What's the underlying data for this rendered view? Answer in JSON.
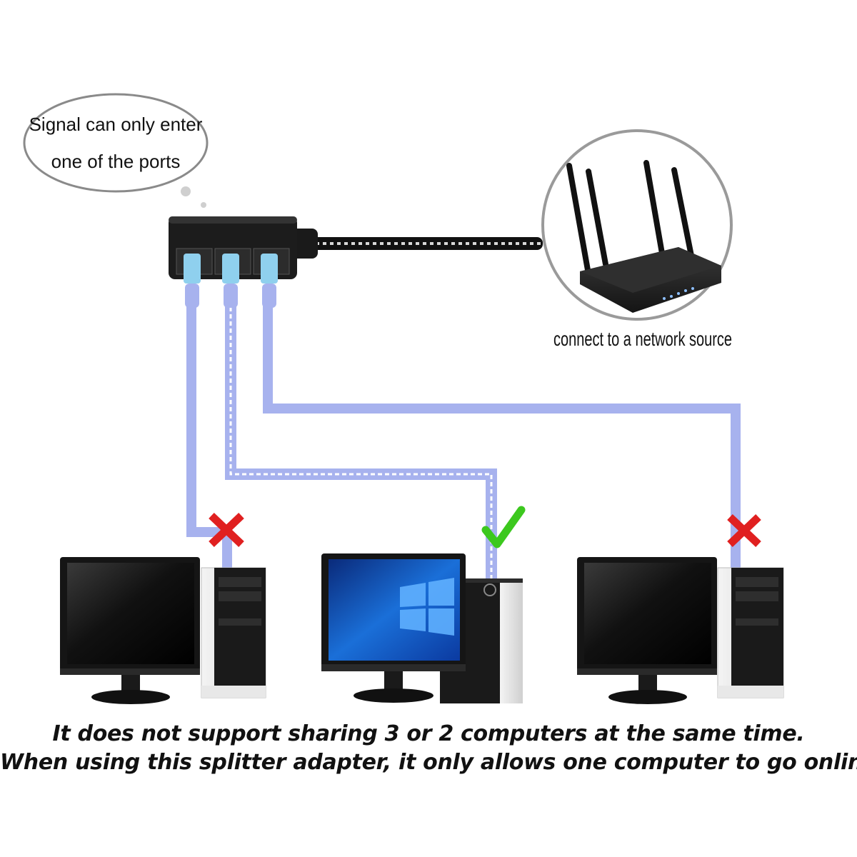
{
  "callout": {
    "line1": "Signal can only enter",
    "line2": "one of the ports"
  },
  "router_label": "connect to a network source",
  "computers": [
    {
      "status": "not-supported",
      "mark": "cross-icon"
    },
    {
      "status": "online",
      "mark": "check-icon"
    },
    {
      "status": "not-supported",
      "mark": "cross-icon"
    }
  ],
  "caption": {
    "line1": "It does not support sharing 3 or 2 computers at the same time.",
    "line2": "When using this splitter adapter, it only allows one computer to go online."
  },
  "colors": {
    "cable": "#a7b2ee",
    "cross": "#e02020",
    "check": "#3cc81e",
    "splitter": "#1c1c1c",
    "screen_off": "#0b0b0b",
    "screen_on": "#1a6fd8"
  }
}
